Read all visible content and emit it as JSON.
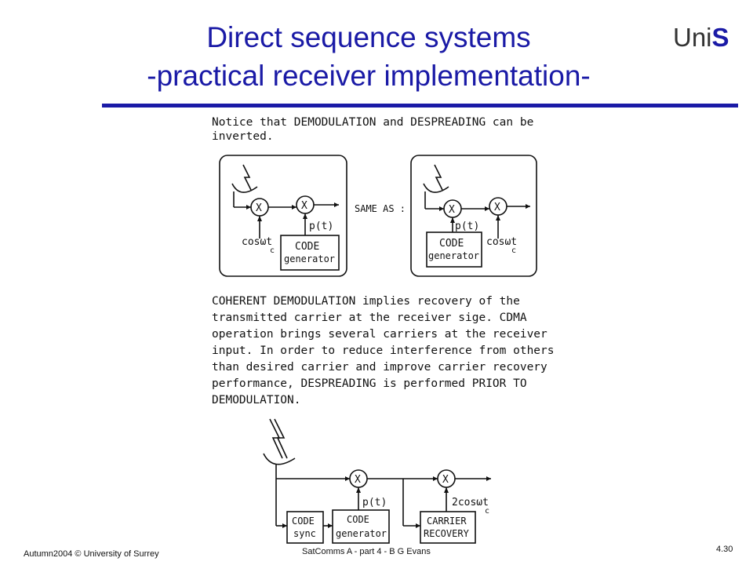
{
  "slide": {
    "title_line1": "Direct sequence systems",
    "title_line2": "-practical receiver implementation-",
    "logo_prefix": "Uni",
    "logo_suffix": "S",
    "accent_color": "#1a1aa6"
  },
  "notice": {
    "line1": "Notice that DEMODULATION and DESPREADING can be",
    "line2": "inverted."
  },
  "diagram1": {
    "same_as": "SAME AS :",
    "left": {
      "mult1": "X",
      "mult2": "X",
      "p_label": "p(t)",
      "cos_label": "cosωt",
      "cos_sub": "c",
      "gen_line1": "CODE",
      "gen_line2": "generator"
    },
    "right": {
      "mult1": "X",
      "mult2": "X",
      "p_label": "p(t)",
      "cos_label": "cosωt",
      "cos_sub": "c",
      "gen_line1": "CODE",
      "gen_line2": "generator"
    }
  },
  "paragraph": [
    "COHERENT DEMODULATION implies recovery of the",
    "transmitted carrier at the receiver sige. CDMA",
    "operation brings several carriers at the receiver",
    "input. In order to reduce interference from others",
    "than desired carrier and improve carrier recovery",
    "performance, DESPREADING is performed PRIOR TO",
    "DEMODULATION."
  ],
  "diagram2": {
    "mult1": "X",
    "mult2": "X",
    "p_label": "p(t)",
    "cos_label": "2cosωt",
    "cos_sub": "c",
    "sync_line1": "CODE",
    "sync_line2": "sync",
    "gen_line1": "CODE",
    "gen_line2": "generator",
    "rec_line1": "CARRIER",
    "rec_line2": "RECOVERY"
  },
  "footer": {
    "left": "Autumn2004 © University of Surrey",
    "center": "SatComms A - part 4 - B G Evans",
    "right": "4.30"
  }
}
